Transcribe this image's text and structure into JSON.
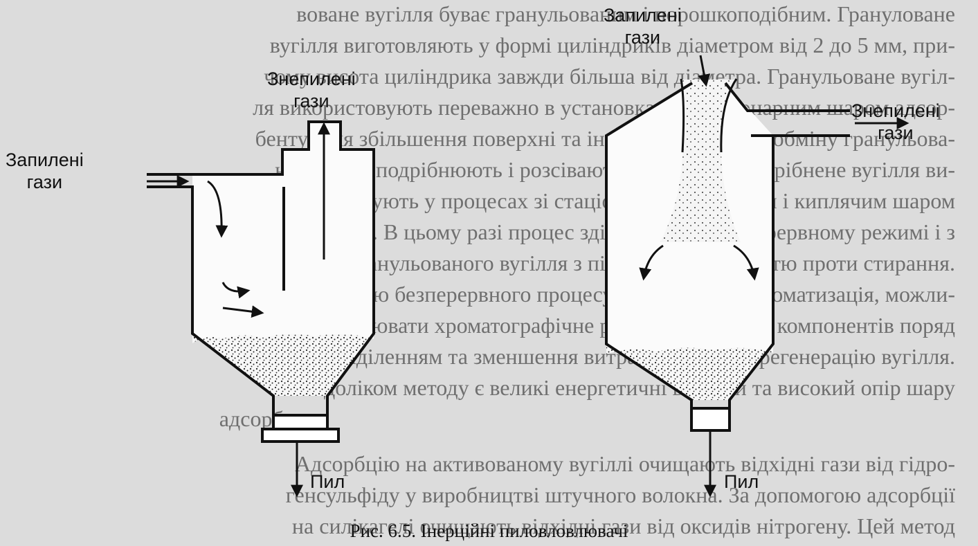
{
  "background_text": [
    "воване вугілля буває гранульованим і порошкоподібним. Грануловане",
    "вугілля виготовляють у формі циліндриків діаметром від 2 до 5 мм, при-",
    "чому висота циліндрика завжди більша від діаметра. Гранульоване вугіл-",
    "ля використовують переважно в установках зі стаціонарним шаром адсор-",
    "бенту. Для збільшення поверхні та інтенсифікації масообміну гранульова-",
    "не вугілля подрібнюють і розсівають на фракції. Подрібнене вугілля ви-",
    "користовують у процесах зі стаціонарним, рухомим і киплячим шаром",
    "адсорбенту. В цьому разі процес здійснюють у безперервному режимі і з",
    "застосуванням гранульованого вугілля з підвищеною міцністю проти стирання.",
    "Перевагою безперервного процесу є повна його автоматизація, можли-",
    "вість здійснювати хроматографічне розділення суміші компонентів поряд",
    "з їх виділенням та зменшення витрат теплоти на регенерацію вугілля.",
    "Недоліком методу є великі енергетичні витрати та високий опір шару",
    "адсорбенту.",
    "Адсорбцію на активованому вугіллі очищають відхідні гази від гідро-",
    "генсульфіду у виробництві штучного волокна. За допомогою адсорбції",
    "на силікагелі очищають відхідні гази від оксидів нітрогену. Цей метод"
  ],
  "left_device": {
    "inlet_label": "Запилені\nгази",
    "outlet_label": "Знепилені\nгази",
    "dust_label": "Пил"
  },
  "right_device": {
    "inlet_label": "Запилені\nгази",
    "outlet_label": "Знепилені\nгази",
    "dust_label": "Пил"
  },
  "caption": "Рис. 6.5. Інерційні пиловловлювачі"
}
